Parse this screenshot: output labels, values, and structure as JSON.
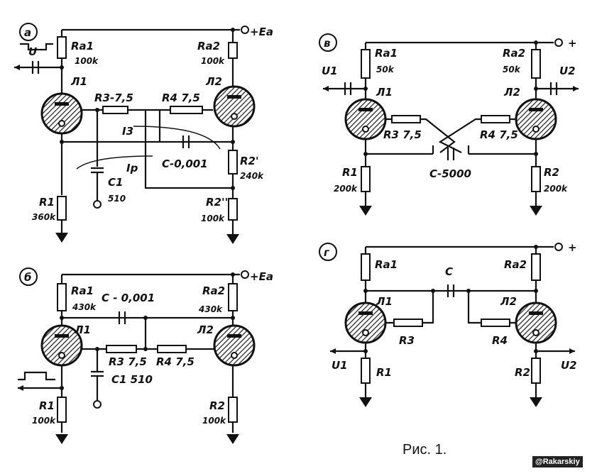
{
  "circuits": {
    "a": {
      "tag": "а",
      "supply": "+Eа",
      "ra1": "Ra1",
      "ra1_val": "100k",
      "ra2": "Ra2",
      "ra2_val": "100k",
      "tube1": "Л1",
      "tube2": "Л2",
      "r3": "R3-7,5",
      "r4": "R4 7,5",
      "i3": "I3",
      "ip": "Ip",
      "c": "C-0,001",
      "c1": "C1",
      "c1_val": "510",
      "r1": "R1",
      "r1_val": "360k",
      "r2a": "R2'",
      "r2a_val": "240k",
      "r2b": "R2''",
      "r2b_val": "100k",
      "u": "U"
    },
    "b": {
      "tag": "б",
      "supply": "+Eа",
      "ra1": "Ra1",
      "ra1_val": "430k",
      "ra2": "Ra2",
      "ra2_val": "430k",
      "c": "C - 0,001",
      "tube1": "Л1",
      "tube2": "Л2",
      "r3": "R3 7,5",
      "r4": "R4 7,5",
      "c1": "C1 510",
      "r1": "R1",
      "r1_val": "100k",
      "r2": "R2",
      "r2_val": "100k"
    },
    "v": {
      "tag": "в",
      "supply": "+",
      "ra1": "Ra1",
      "ra1_val": "50k",
      "ra2": "Ra2",
      "ra2_val": "50k",
      "u1": "U1",
      "u2": "U2",
      "tube1": "Л1",
      "tube2": "Л2",
      "r3": "R3 7,5",
      "r4": "R4 7,5",
      "c": "C-5000",
      "r1": "R1",
      "r1_val": "200k",
      "r2": "R2",
      "r2_val": "200k"
    },
    "g": {
      "tag": "г",
      "supply": "+",
      "ra1": "Ra1",
      "ra2": "Ra2",
      "c": "C",
      "tube1": "Л1",
      "tube2": "Л2",
      "r3": "R3",
      "r4": "R4",
      "u1": "U1",
      "u2": "U2",
      "r1": "R1",
      "r2": "R2"
    }
  },
  "caption": "Рис. 1.",
  "watermark": "@Rakarskiy"
}
